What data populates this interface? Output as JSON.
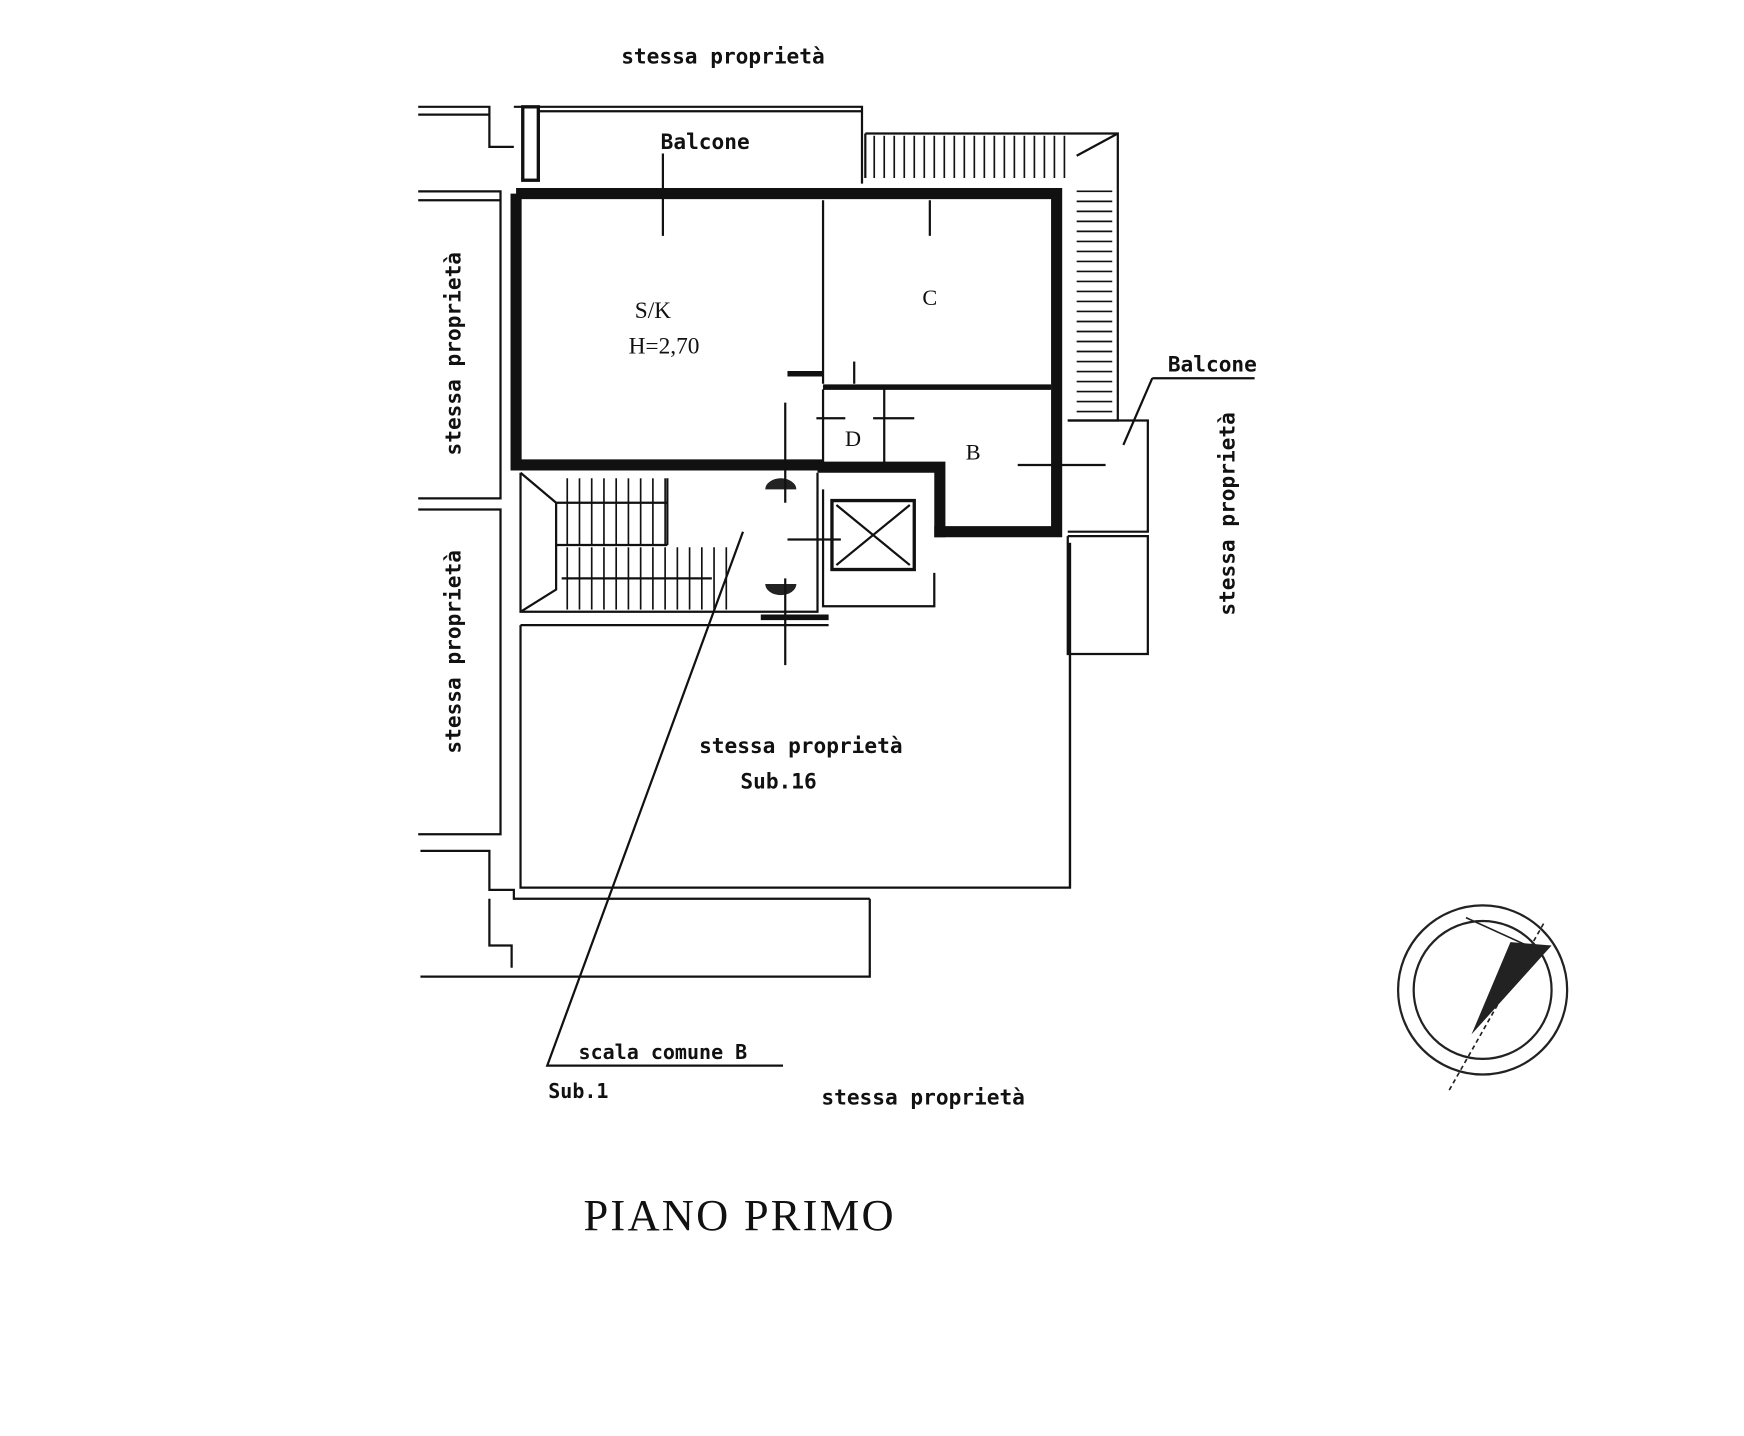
{
  "title": "PIANO PRIMO",
  "labels": {
    "top": "stessa proprietà",
    "left_upper": "stessa proprietà",
    "left_lower": "stessa proprietà",
    "right": "stessa proprietà",
    "bottom": "stessa proprietà",
    "center": "stessa proprietà",
    "center_sub": "Sub.16",
    "stairs": "scala comune B",
    "stairs_sub": "Sub.1"
  },
  "rooms": {
    "balcone_top": "Balcone",
    "balcone_right": "Balcone",
    "living_kitchen": "S/K",
    "height": "H=2,70",
    "c": "C",
    "d": "D",
    "b": "B"
  },
  "compass": "north-arrow-icon"
}
